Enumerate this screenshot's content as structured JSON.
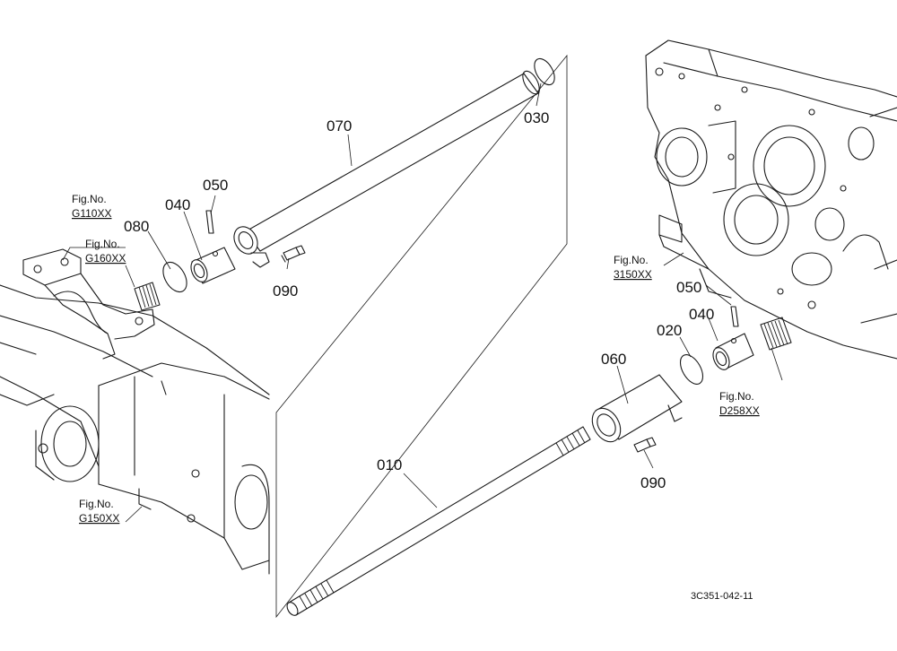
{
  "part_numbers": {
    "p010": "010",
    "p020": "020",
    "p030": "030",
    "p040_left": "040",
    "p040_right": "040",
    "p050_left": "050",
    "p050_right": "050",
    "p060": "060",
    "p070": "070",
    "p080": "080",
    "p090_left": "090",
    "p090_right": "090"
  },
  "fig_refs": {
    "g110": {
      "label": "Fig.No.",
      "code": "G110XX"
    },
    "g160": {
      "label": "Fig.No.",
      "code": "G160XX"
    },
    "g150": {
      "label": "Fig.No.",
      "code": "G150XX"
    },
    "f3150": {
      "label": "Fig.No.",
      "code": "3150XX"
    },
    "d258": {
      "label": "Fig.No.",
      "code": "D258XX"
    }
  },
  "drawing_code": "3C351-042-11"
}
